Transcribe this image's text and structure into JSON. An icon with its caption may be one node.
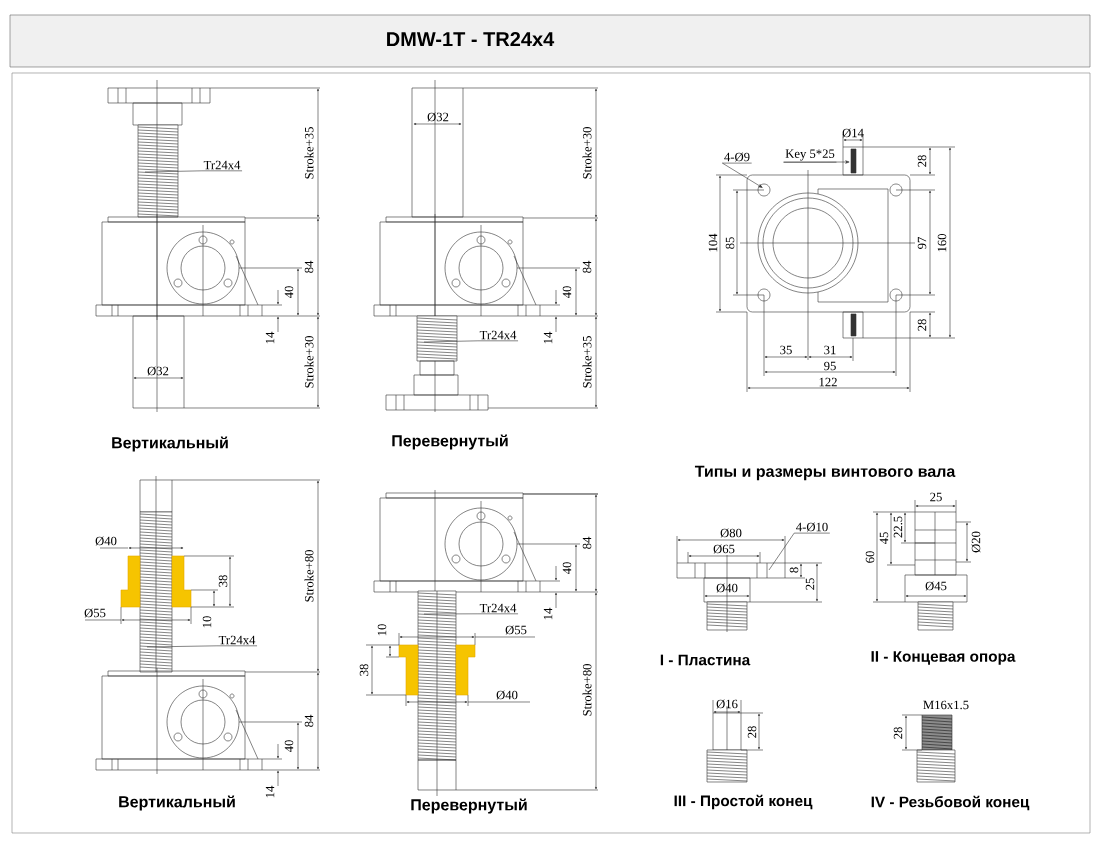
{
  "diagram": {
    "title": "DMW-1T - TR24x4",
    "nodes": [
      {
        "text": [
          "Tr24x4"
        ]
      },
      {
        "text": [
          "Tr24x4"
        ]
      },
      {
        "text": [
          "Tr24x4"
        ]
      },
      {
        "text": [
          "Tr24x4"
        ]
      },
      {
        "text": [
          "4-Ø9"
        ]
      },
      {
        "text": [
          "Key 5*25"
        ]
      },
      {
        "text": [
          "4-Ø10"
        ]
      }
    ],
    "edges": [
      {
        "from": 0,
        "to": null,
        "arrow": "none"
      },
      {
        "from": 1,
        "to": null,
        "arrow": "none"
      },
      {
        "from": 2,
        "to": null,
        "arrow": "none"
      },
      {
        "from": 3,
        "to": null,
        "arrow": "none"
      },
      {
        "from": 4,
        "to": null,
        "arrow": "to"
      },
      {
        "from": 5,
        "to": null,
        "arrow": "to"
      },
      {
        "from": 6,
        "to": null,
        "arrow": "none"
      }
    ],
    "labels": [
      "Stroke+35",
      "84",
      "Stroke+30",
      "40",
      "14",
      "Ø32",
      "Ø32",
      "Stroke+30",
      "84",
      "40",
      "14",
      "Stroke+35",
      "Вертикальный",
      "Перевернутый",
      "Ø14",
      "28",
      "104",
      "85",
      "97",
      "160",
      "28",
      "35",
      "31",
      "95",
      "122",
      "Типы и размеры винтового вала",
      "Ø40",
      "38",
      "10",
      "Ø55",
      "Stroke+80",
      "84",
      "40",
      "14",
      "84",
      "40",
      "14",
      "10",
      "Ø55",
      "38",
      "Ø40",
      "Stroke+80",
      "Ø80",
      "Ø65",
      "Ø40",
      "8",
      "25",
      "25",
      "60",
      "45",
      "22.5",
      "Ø20",
      "Ø45",
      "I - Пластина",
      "II - Концевая опора",
      "Ø16",
      "28",
      "M16x1.5",
      "28",
      "Вертикальный",
      "Перевернутый",
      "III - Простой конец",
      "IV - Резьбовой конец"
    ]
  }
}
